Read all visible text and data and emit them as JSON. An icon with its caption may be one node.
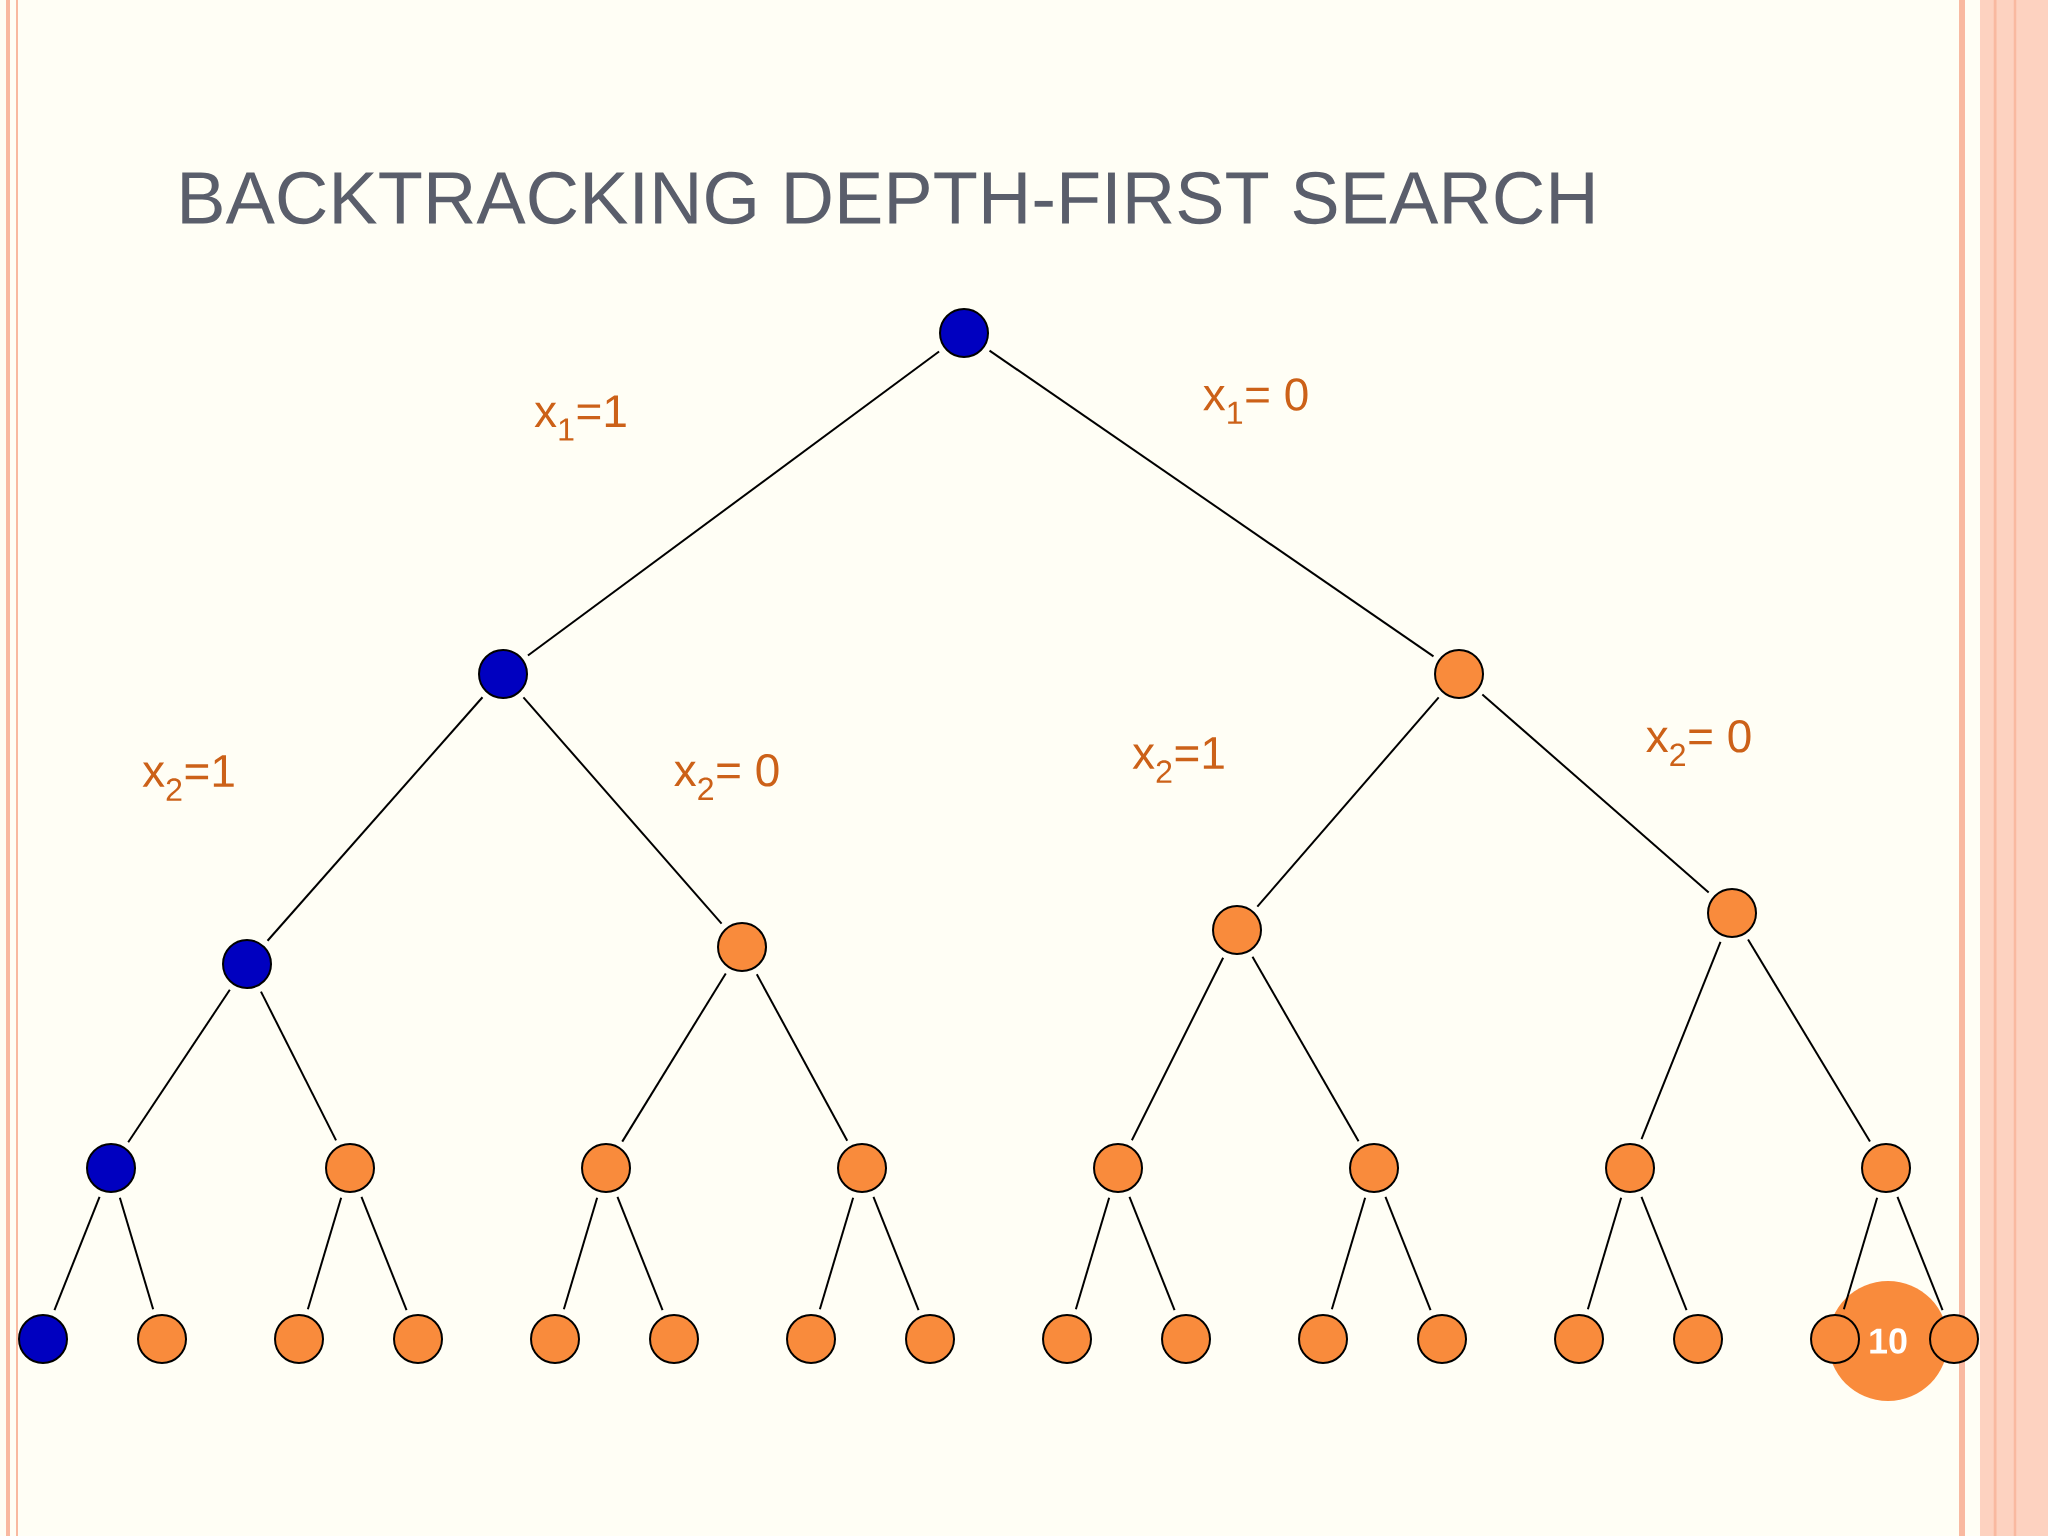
{
  "diagram": {
    "title": "BACKTRACKING DEPTH-FIRST SEARCH",
    "nodes": [
      {
        "text": [],
        "shape": "circle"
      },
      {
        "text": [],
        "shape": "circle"
      },
      {
        "text": [],
        "shape": "circle"
      },
      {
        "text": [],
        "shape": "circle"
      },
      {
        "text": [],
        "shape": "circle"
      },
      {
        "text": [],
        "shape": "circle"
      },
      {
        "text": [],
        "shape": "circle"
      },
      {
        "text": [],
        "shape": "circle"
      },
      {
        "text": [],
        "shape": "circle"
      },
      {
        "text": [],
        "shape": "circle"
      },
      {
        "text": [],
        "shape": "circle"
      },
      {
        "text": [],
        "shape": "circle"
      },
      {
        "text": [],
        "shape": "circle"
      },
      {
        "text": [],
        "shape": "circle"
      },
      {
        "text": [],
        "shape": "circle"
      },
      {
        "text": [],
        "shape": "circle"
      },
      {
        "text": [],
        "shape": "circle"
      },
      {
        "text": [],
        "shape": "circle"
      },
      {
        "text": [],
        "shape": "circle"
      },
      {
        "text": [],
        "shape": "circle"
      },
      {
        "text": [],
        "shape": "circle"
      },
      {
        "text": [],
        "shape": "circle"
      },
      {
        "text": [],
        "shape": "circle"
      },
      {
        "text": [],
        "shape": "circle"
      },
      {
        "text": [],
        "shape": "circle"
      },
      {
        "text": [],
        "shape": "circle"
      },
      {
        "text": [],
        "shape": "circle"
      },
      {
        "text": [],
        "shape": "circle"
      },
      {
        "text": [],
        "shape": "circle"
      },
      {
        "text": [],
        "shape": "circle"
      },
      {
        "text": [],
        "shape": "circle"
      },
      {
        "text": [
          "10"
        ]
      }
    ],
    "edges": [
      {
        "from": 0,
        "to": 1,
        "arrow": "none",
        "label": "x$_{1}$=1"
      },
      {
        "from": 0,
        "to": 2,
        "arrow": "none",
        "label": "x$_{1}$= 0"
      },
      {
        "from": 1,
        "to": 3,
        "arrow": "none",
        "label": "x$_{2}$=1"
      },
      {
        "from": 1,
        "to": 4,
        "arrow": "none",
        "label": "x$_{2}$= 0"
      },
      {
        "from": 2,
        "to": 5,
        "arrow": "none",
        "label": "x$_{2}$=1"
      },
      {
        "from": 2,
        "to": 6,
        "arrow": "none",
        "label": "x$_{2}$= 0"
      },
      {
        "from": 3,
        "to": 7,
        "arrow": "none"
      },
      {
        "from": 3,
        "to": 8,
        "arrow": "none"
      },
      {
        "from": 4,
        "to": 9,
        "arrow": "none"
      },
      {
        "from": 4,
        "to": 10,
        "arrow": "none"
      },
      {
        "from": 5,
        "to": 11,
        "arrow": "none"
      },
      {
        "from": 5,
        "to": 12,
        "arrow": "none"
      },
      {
        "from": 6,
        "to": 13,
        "arrow": "none"
      },
      {
        "from": 6,
        "to": 14,
        "arrow": "none"
      },
      {
        "from": 7,
        "to": 15,
        "arrow": "none"
      },
      {
        "from": 7,
        "to": 16,
        "arrow": "none"
      },
      {
        "from": 8,
        "to": 17,
        "arrow": "none"
      },
      {
        "from": 8,
        "to": 18,
        "arrow": "none"
      },
      {
        "from": 9,
        "to": 19,
        "arrow": "none"
      },
      {
        "from": 9,
        "to": 20,
        "arrow": "none"
      },
      {
        "from": 10,
        "to": 21,
        "arrow": "none"
      },
      {
        "from": 10,
        "to": 22,
        "arrow": "none"
      },
      {
        "from": 11,
        "to": 23,
        "arrow": "none"
      },
      {
        "from": 11,
        "to": 24,
        "arrow": "none"
      },
      {
        "from": 12,
        "to": 25,
        "arrow": "none"
      },
      {
        "from": 12,
        "to": 26,
        "arrow": "none"
      },
      {
        "from": 13,
        "to": 27,
        "arrow": "none"
      },
      {
        "from": 13,
        "to": 28,
        "arrow": "none"
      },
      {
        "from": 14,
        "to": 29,
        "arrow": "none"
      },
      {
        "from": 14,
        "to": 30,
        "arrow": "none"
      }
    ]
  }
}
